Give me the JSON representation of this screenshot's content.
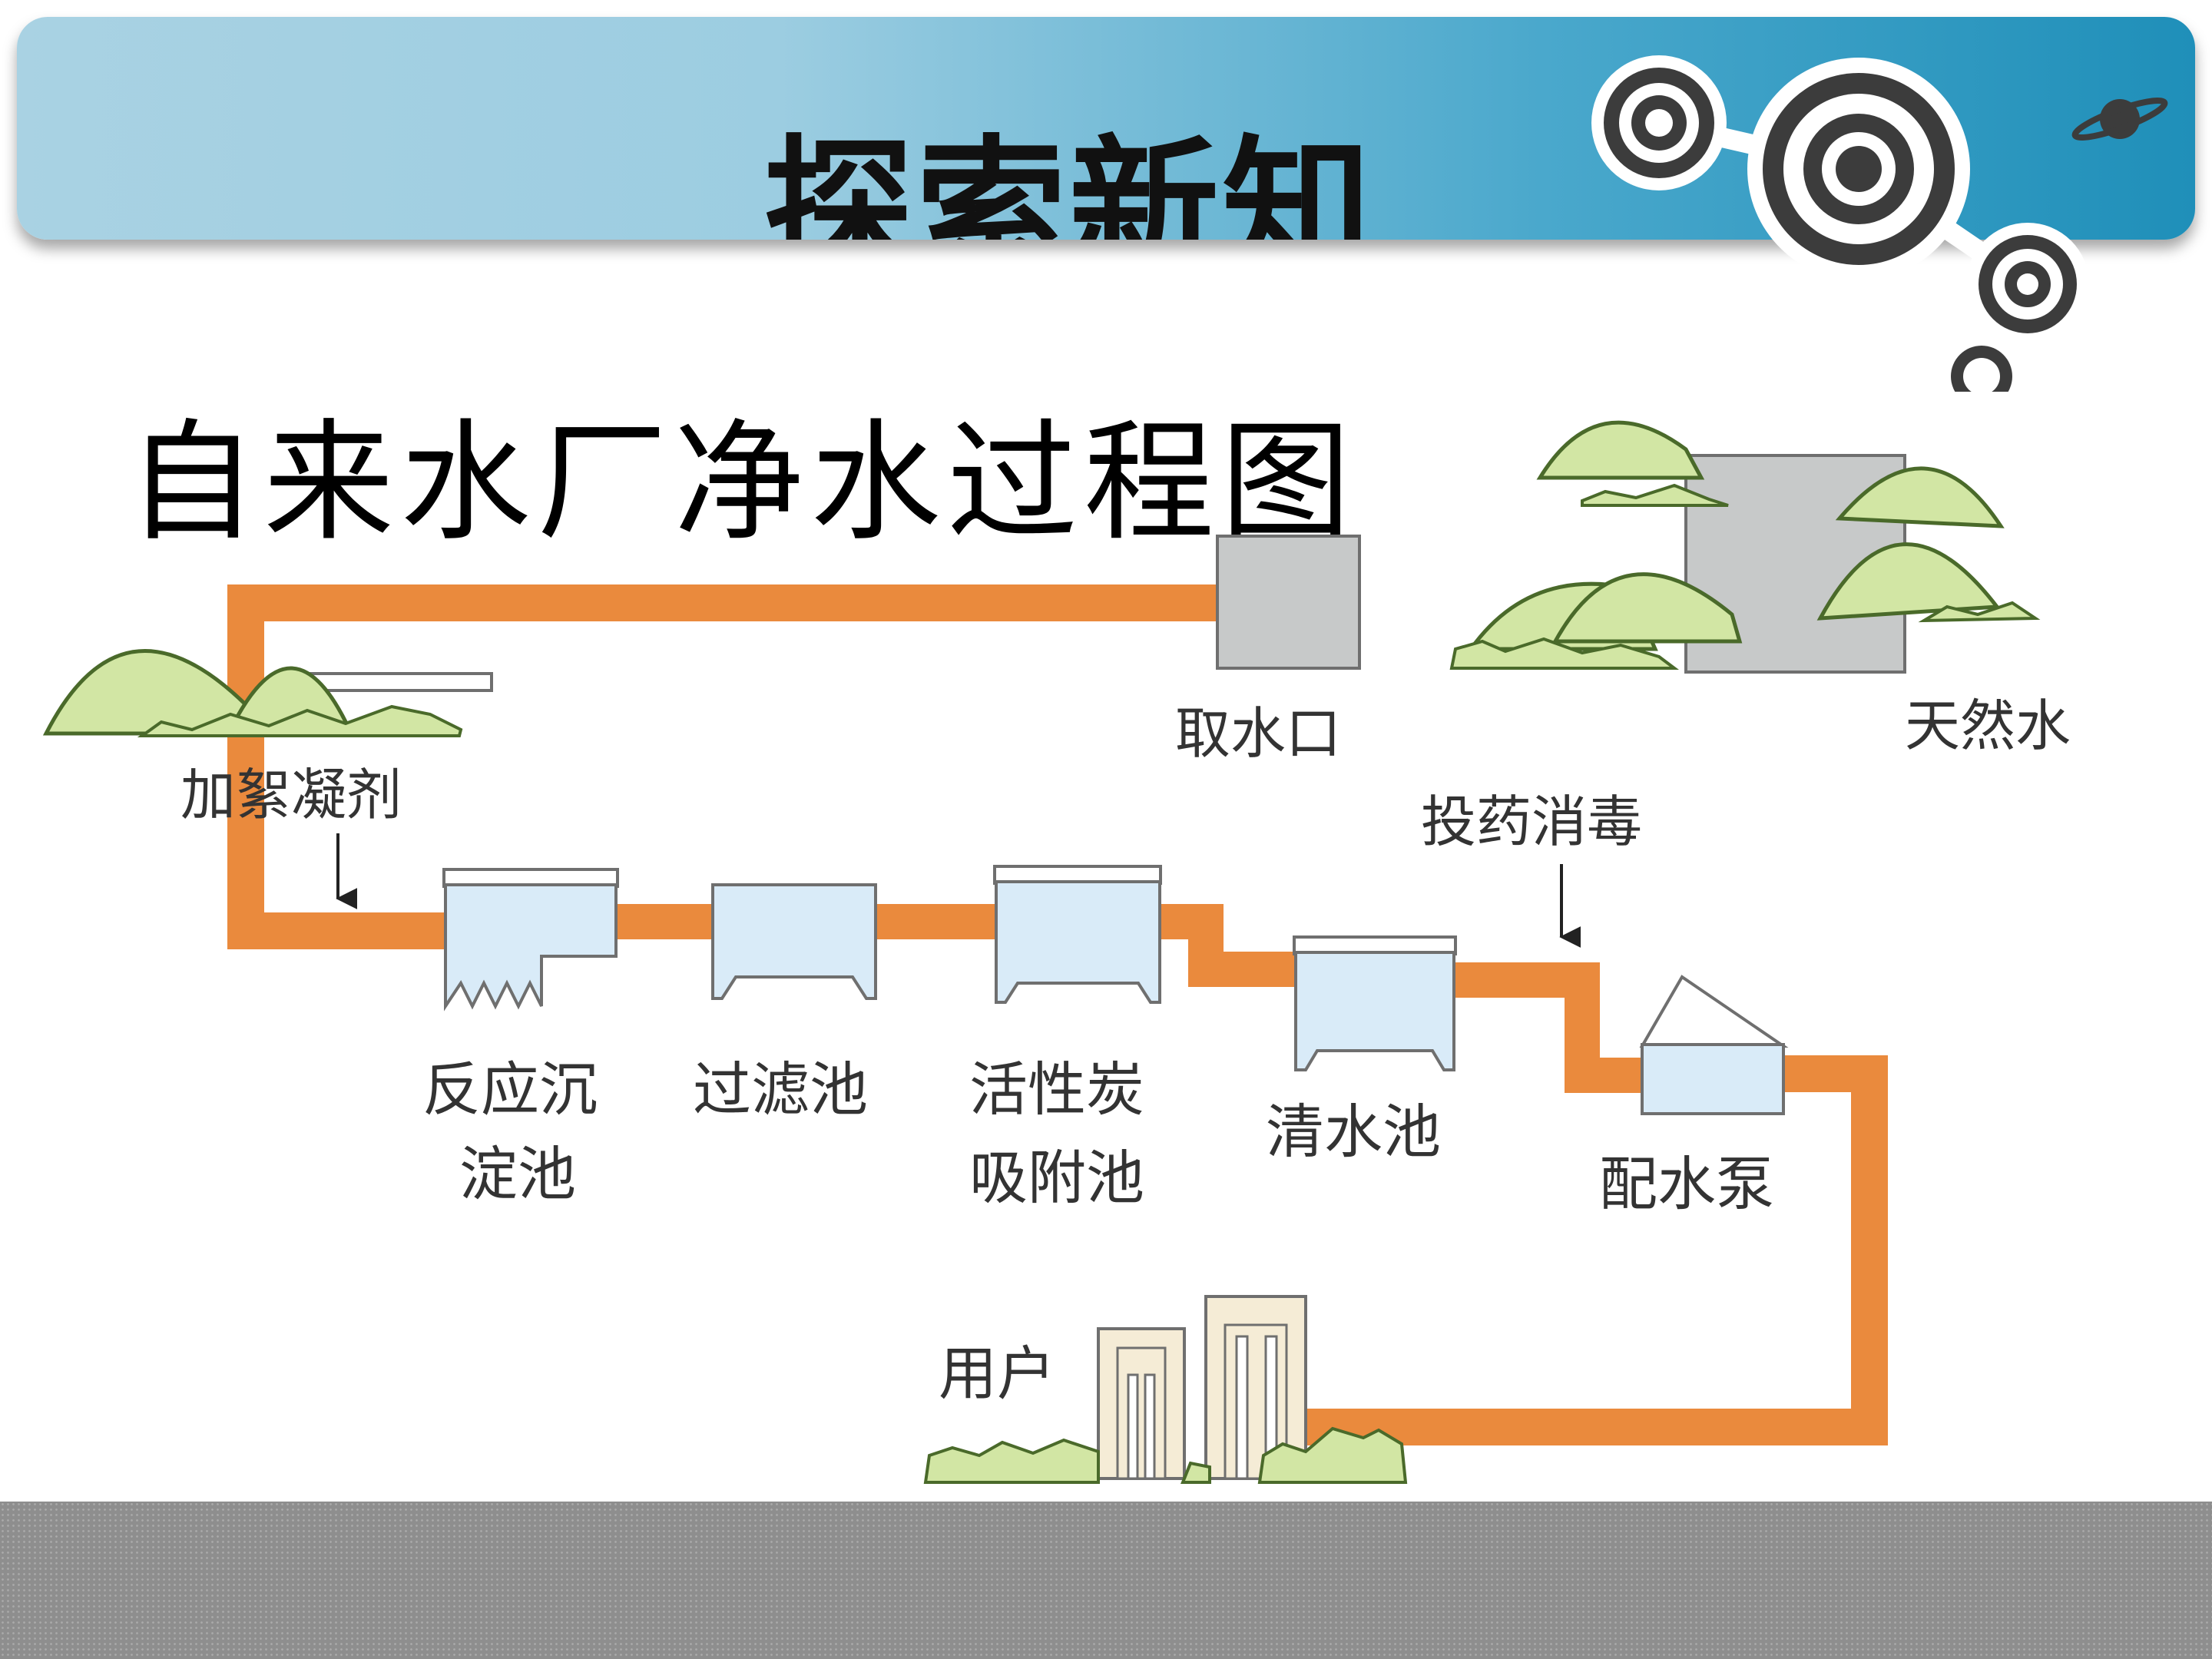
{
  "header": {
    "title": "探索新知"
  },
  "diagram": {
    "heading": "自来水厂净水过程图",
    "labels": {
      "natural_water": "天然水",
      "water_intake": "取水口",
      "coagulant": "加絮凝剂",
      "reaction_sedimentation_line1": "反应沉",
      "reaction_sedimentation_line2": "淀池",
      "filter_tank": "过滤池",
      "activated_carbon_line1": "活性炭",
      "activated_carbon_line2": "吸附池",
      "clean_water_tank": "清水池",
      "disinfection": "投药消毒",
      "distribution_pump": "配水泵",
      "users": "用户"
    },
    "colors": {
      "pipe": "#ea8a3d",
      "tank_fill": "#d9ebf8",
      "hill_fill": "#d2e6a4",
      "intake_fill": "#c7c9c9",
      "building_fill": "#f5ecd6"
    }
  }
}
